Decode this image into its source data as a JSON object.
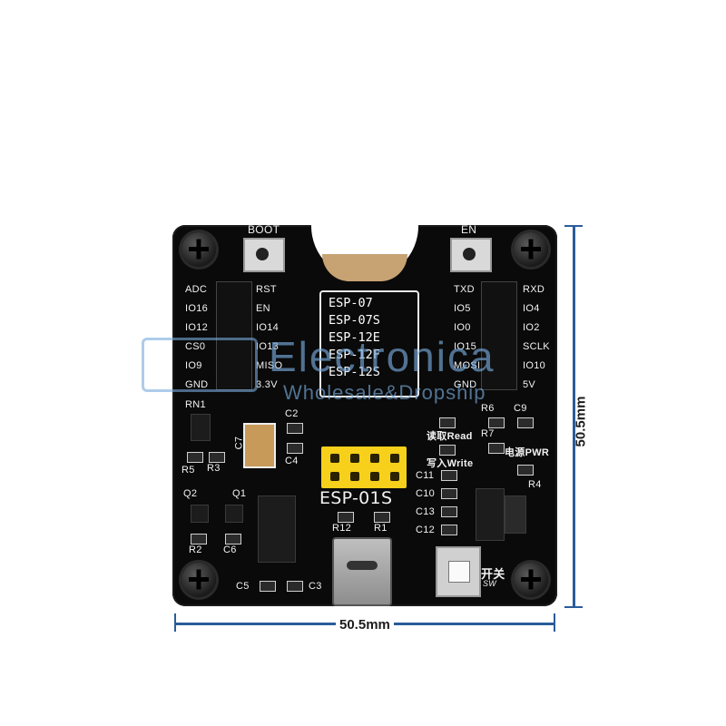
{
  "watermark": {
    "title": "Electronica",
    "subtitle": "Wholesale&Dropship"
  },
  "dimensions": {
    "width": "50.5mm",
    "height": "50.5mm"
  },
  "buttons": {
    "boot": "BOOT",
    "en": "EN"
  },
  "module_labels": [
    "ESP-07",
    "ESP-07S",
    "ESP-12E",
    "ESP-12F",
    "ESP-12S"
  ],
  "module_01s": "ESP-01S",
  "left_pins_outer": [
    "ADC",
    "IO16",
    "IO12",
    "CS0",
    "IO9",
    "GND"
  ],
  "left_pins_inner": [
    "RST",
    "EN",
    "IO14",
    "IO13",
    "MISO",
    "3.3V"
  ],
  "right_pins_inner": [
    "TXD",
    "IO5",
    "IO0",
    "IO15",
    "MOSI",
    "GND"
  ],
  "right_pins_outer": [
    "RXD",
    "IO4",
    "IO2",
    "SCLK",
    "IO10",
    "5V"
  ],
  "components": {
    "rn1": "RN1",
    "c7": "C7",
    "c2": "C2",
    "c4": "C4",
    "r5": "R5",
    "r3": "R3",
    "q2": "Q2",
    "q1": "Q1",
    "r2": "R2",
    "c6": "C6",
    "c5": "C5",
    "c3": "C3",
    "r12": "R12",
    "r1": "R1",
    "r6": "R6",
    "c9": "C9",
    "r7": "R7",
    "r4": "R4",
    "c11": "C11",
    "c10": "C10",
    "c13": "C13",
    "c12": "C12"
  },
  "leds": {
    "read": "读取Read",
    "write": "写入Write",
    "power": "电源PWR"
  },
  "switch": {
    "label": "开关",
    "sub": "SW"
  }
}
